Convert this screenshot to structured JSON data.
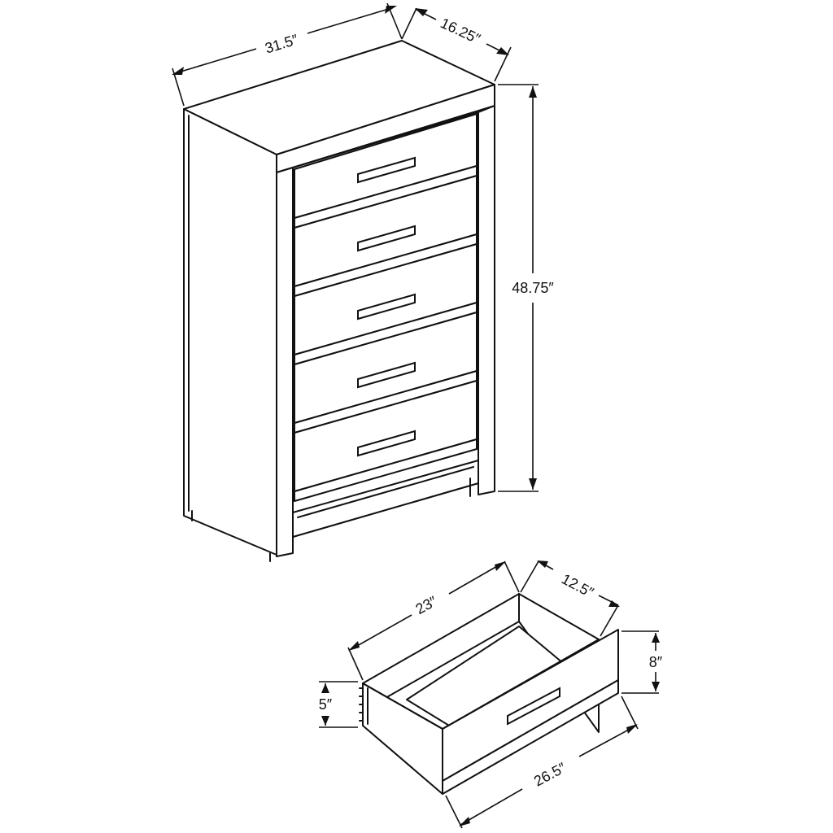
{
  "dimensions": {
    "chest_width": "31.5″",
    "chest_depth": "16.25″",
    "chest_height": "48.75″",
    "drawer_depth": "23″",
    "drawer_inner_width": "12.5″",
    "drawer_front_height": "8″",
    "drawer_side_height": "5″",
    "drawer_front_width": "26.5″"
  }
}
